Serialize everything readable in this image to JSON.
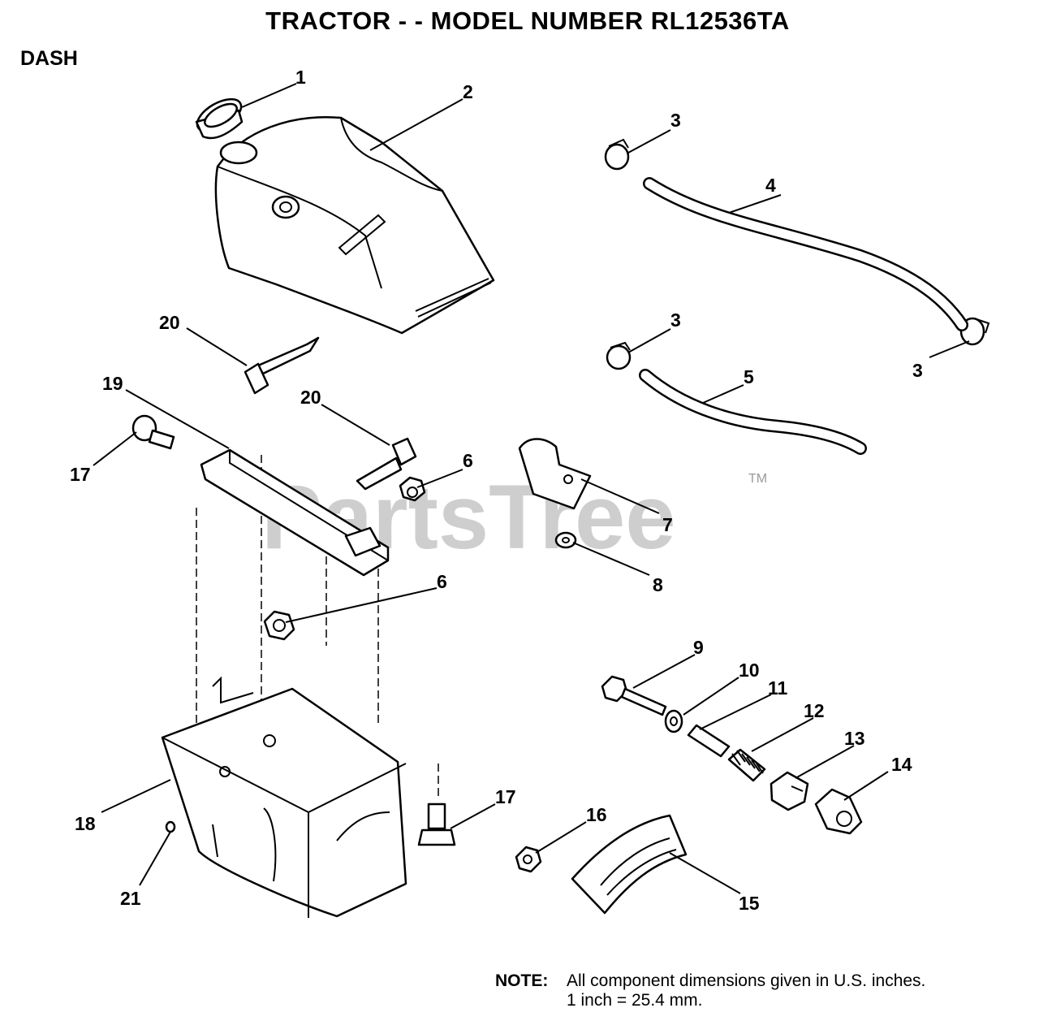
{
  "header": {
    "title": "TRACTOR - - MODEL NUMBER RL12536TA",
    "section": "DASH"
  },
  "watermark": {
    "text": "PartsTree",
    "mark": "TM"
  },
  "note": {
    "label": "NOTE:",
    "line1": "All component dimensions given in U.S. inches.",
    "line2": "1 inch = 25.4 mm."
  },
  "callouts": [
    {
      "id": "c1",
      "text": "1"
    },
    {
      "id": "c2",
      "text": "2"
    },
    {
      "id": "c3a",
      "text": "3"
    },
    {
      "id": "c4",
      "text": "4"
    },
    {
      "id": "c3b",
      "text": "3"
    },
    {
      "id": "c3c",
      "text": "3"
    },
    {
      "id": "c5",
      "text": "5"
    },
    {
      "id": "c20a",
      "text": "20"
    },
    {
      "id": "c19",
      "text": "19"
    },
    {
      "id": "c20b",
      "text": "20"
    },
    {
      "id": "c17a",
      "text": "17"
    },
    {
      "id": "c6a",
      "text": "6"
    },
    {
      "id": "c7",
      "text": "7"
    },
    {
      "id": "c8",
      "text": "8"
    },
    {
      "id": "c6b",
      "text": "6"
    },
    {
      "id": "c9",
      "text": "9"
    },
    {
      "id": "c10",
      "text": "10"
    },
    {
      "id": "c11",
      "text": "11"
    },
    {
      "id": "c12",
      "text": "12"
    },
    {
      "id": "c13",
      "text": "13"
    },
    {
      "id": "c14",
      "text": "14"
    },
    {
      "id": "c17b",
      "text": "17"
    },
    {
      "id": "c16",
      "text": "16"
    },
    {
      "id": "c18",
      "text": "18"
    },
    {
      "id": "c21",
      "text": "21"
    },
    {
      "id": "c15",
      "text": "15"
    }
  ]
}
